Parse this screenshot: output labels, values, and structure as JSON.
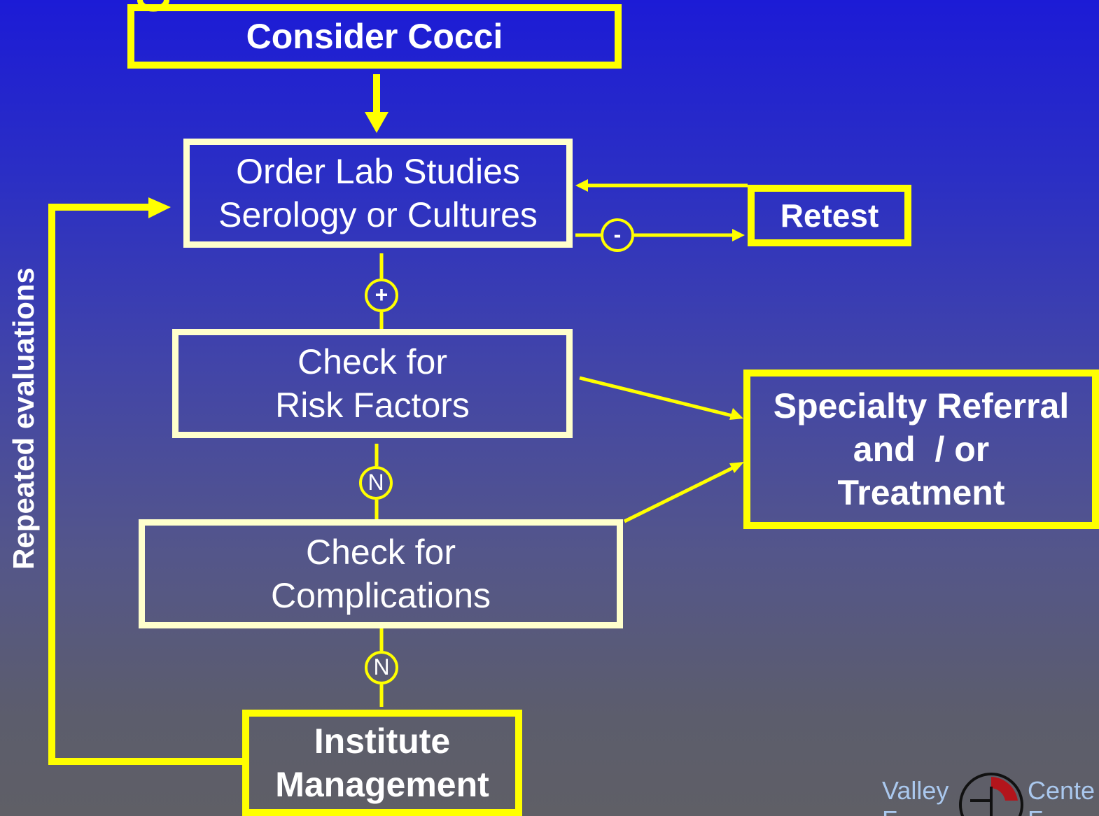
{
  "flowchart": {
    "nodes": {
      "consider": {
        "text": "Consider Cocci"
      },
      "order_lab": {
        "line1": "Order Lab Studies",
        "line2": "Serology or Cultures"
      },
      "retest": {
        "text": "Retest"
      },
      "risk_factors": {
        "line1": "Check for",
        "line2": "Risk Factors"
      },
      "complications": {
        "line1": "Check for",
        "line2": "Complications"
      },
      "referral": {
        "line1": "Specialty Referral",
        "line2": "and  / or",
        "line3": "Treatment"
      },
      "institute": {
        "line1": "Institute",
        "line2": "Management"
      }
    },
    "connector_labels": {
      "negative": "-",
      "positive": "+",
      "no_risk": "N",
      "no_complications": "N"
    },
    "loop_label": "Repeated evaluations"
  },
  "logo": {
    "word1": "Valley",
    "word2": "Cente",
    "word3": "F",
    "word4": "F"
  },
  "colors": {
    "accent": "#ffff00",
    "box_border_light": "#ffffcc",
    "text": "#ffffff"
  }
}
